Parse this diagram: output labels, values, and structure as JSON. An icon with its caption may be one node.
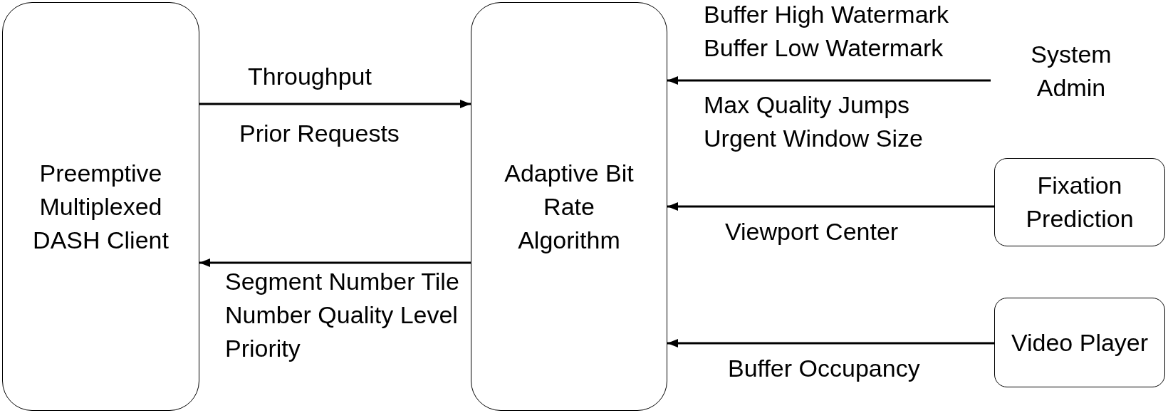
{
  "diagram": {
    "nodes": [
      {
        "text": [
          "Preemptive Multiplexed DASH Client"
        ]
      },
      {
        "text": [
          "Adaptive Bit Rate Algorithm"
        ]
      },
      {
        "text": [
          "System Admin"
        ]
      },
      {
        "text": [
          "Fixation Prediction"
        ]
      },
      {
        "text": [
          "Video Player"
        ]
      }
    ],
    "edges": [
      {
        "from": 0,
        "to": 1,
        "arrow": "to",
        "label": "Throughput"
      },
      {
        "from": 1,
        "to": 0,
        "arrow": "to",
        "label": "Segment Number Tile Number Quality Level Priority"
      },
      {
        "from": 2,
        "to": 1,
        "arrow": "to",
        "label": "Buffer High Watermark Buffer Low Watermark"
      },
      {
        "from": 3,
        "to": 1,
        "arrow": "to",
        "label": "Viewport Center"
      },
      {
        "from": 4,
        "to": 1,
        "arrow": "to",
        "label": "Buffer Occupancy"
      }
    ],
    "labels": [
      "Prior Requests",
      "Max Quality Jumps Urgent Window Size"
    ]
  }
}
